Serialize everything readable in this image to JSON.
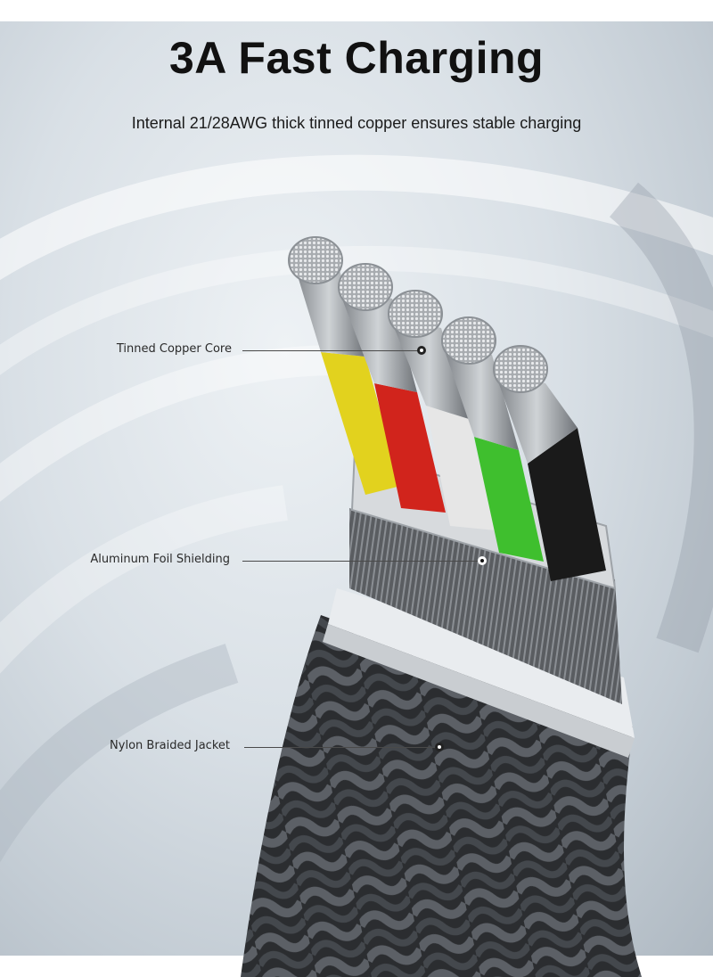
{
  "header": {
    "title": "3A Fast Charging",
    "subtitle": "Internal 21/28AWG thick tinned copper ensures stable charging"
  },
  "callouts": [
    {
      "label": "Tinned Copper Core"
    },
    {
      "label": "Aluminum Foil Shielding"
    },
    {
      "label": "Nylon Braided Jacket"
    }
  ],
  "wire_colors": [
    "#e2d21e",
    "#d1241c",
    "#e6e6e6",
    "#3fbf2e",
    "#1a1a1a"
  ]
}
